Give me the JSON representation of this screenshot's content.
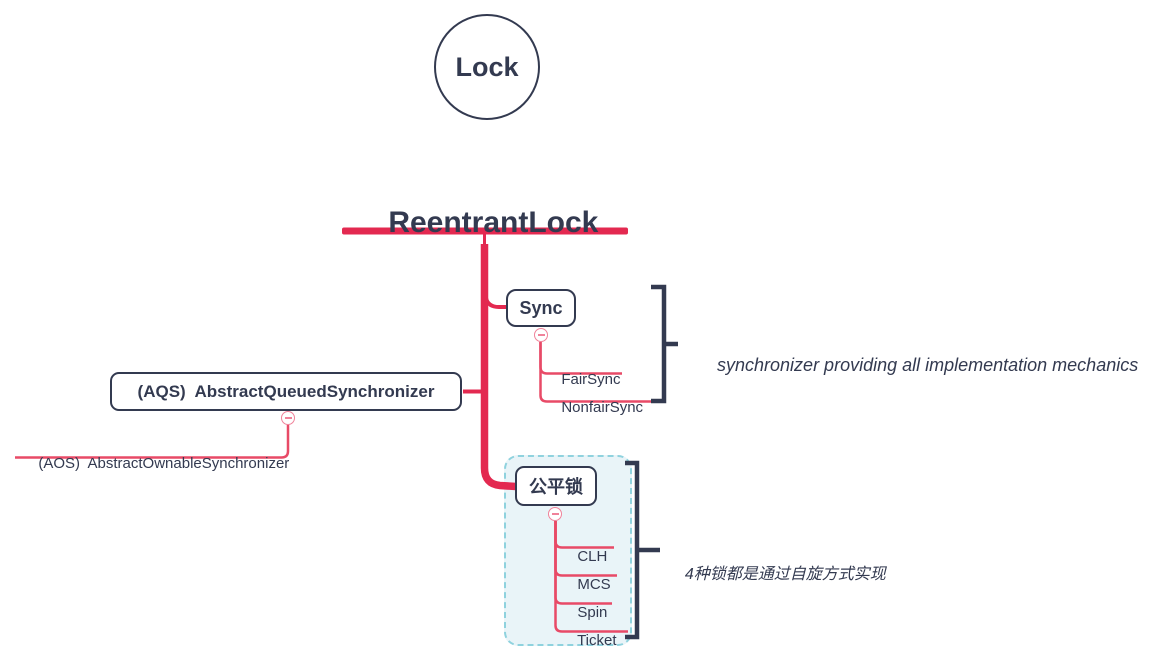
{
  "colors": {
    "navy": "#333a50",
    "red": "#e32950",
    "red_thin": "#e84a67",
    "pink": "#f0829a",
    "group_border": "#8fd2de",
    "group_fill": "#e9f4f8"
  },
  "root": {
    "label": "Lock"
  },
  "central": {
    "label": "ReentrantLock"
  },
  "branches": {
    "sync": {
      "label": "Sync",
      "children": [
        {
          "label": "FairSync"
        },
        {
          "label": "NonfairSync"
        }
      ],
      "summary": "synchronizer providing all implementation mechanics"
    },
    "aqs": {
      "label": "(AQS)  AbstractQueuedSynchronizer",
      "children": [
        {
          "label": "(AOS)  AbstractOwnableSynchronizer"
        }
      ]
    },
    "fair": {
      "label": "公平锁",
      "children": [
        {
          "label": "CLH"
        },
        {
          "label": "MCS"
        },
        {
          "label": "Spin"
        },
        {
          "label": "Ticket"
        }
      ],
      "summary": "4种锁都是通过自旋方式实现"
    }
  }
}
